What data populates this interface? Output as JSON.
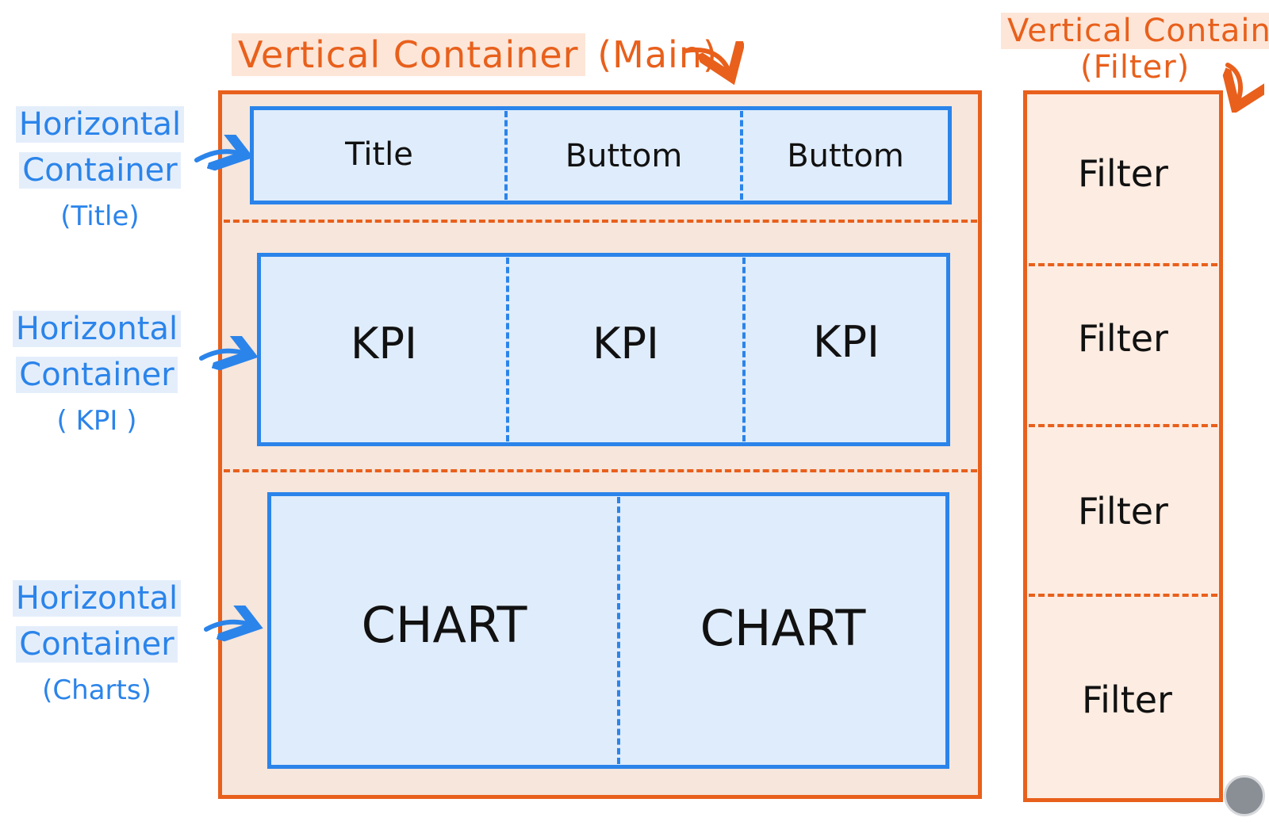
{
  "main_container": {
    "label": "Vertical Container",
    "label_suffix": "(Main)"
  },
  "filter_container": {
    "label": "Vertical Container",
    "label_suffix": "(Filter)",
    "filters": [
      "Filter",
      "Filter",
      "Filter",
      "Filter"
    ]
  },
  "title_row": {
    "label_line1": "Horizontal",
    "label_line2": "Container",
    "label_line3": "(Title)",
    "cells": [
      "Title",
      "Buttom",
      "Buttom"
    ]
  },
  "kpi_row": {
    "label_line1": "Horizontal",
    "label_line2": "Container",
    "label_line3": "( KPI )",
    "cells": [
      "KPI",
      "KPI",
      "KPI"
    ]
  },
  "chart_row": {
    "label_line1": "Horizontal",
    "label_line2": "Container",
    "label_line3": "(Charts)",
    "cells": [
      "CHART",
      "CHART"
    ]
  },
  "colors": {
    "vertical_container": "#e8601c",
    "horizontal_container": "#2b84ea"
  }
}
